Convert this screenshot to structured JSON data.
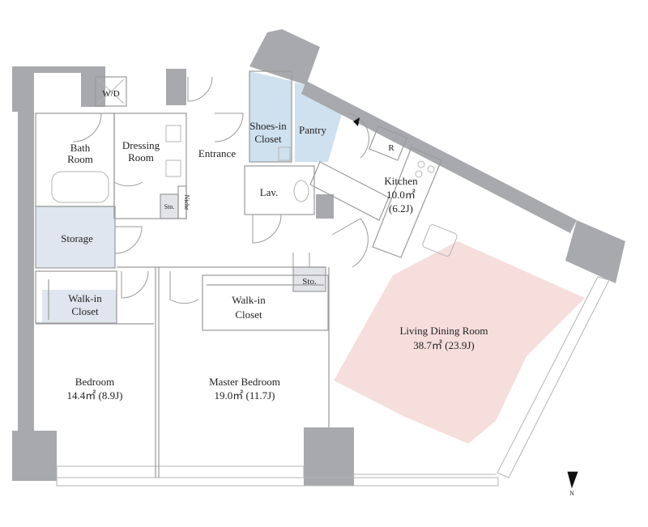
{
  "rooms": {
    "wd": "W/D",
    "bath_1": "Bath",
    "bath_2": "Room",
    "dressing_1": "Dressing",
    "dressing_2": "Room",
    "sto_dressing": "Sto.",
    "niche": "Niche",
    "entrance": "Entrance",
    "shoes_1": "Shoes-in",
    "shoes_2": "Closet",
    "pantry": "Pantry",
    "lav": "Lav.",
    "fridge": "R",
    "kitchen_1": "Kitchen",
    "kitchen_2": "10.0㎡",
    "kitchen_3": "(6.2J)",
    "storage": "Storage",
    "walkin_small_1": "Walk-in",
    "walkin_small_2": "Closet",
    "sto_master": "Sto.",
    "walkin_master_1": "Walk-in",
    "walkin_master_2": "Closet",
    "living_1": "Living Dining Room",
    "living_2": "38.7㎡  (23.9J)",
    "bedroom_1": "Bedroom",
    "bedroom_2": "14.4㎡  (8.9J)",
    "master_1": "Master Bedroom",
    "master_2": "19.0㎡  (11.7J)"
  },
  "compass": {
    "label": "N"
  },
  "colors": {
    "wall": "#a7a9ac",
    "storage_fill": "#dfe6ef",
    "closet_fill": "#cfe0ee",
    "living_highlight": "#f6dedd"
  }
}
